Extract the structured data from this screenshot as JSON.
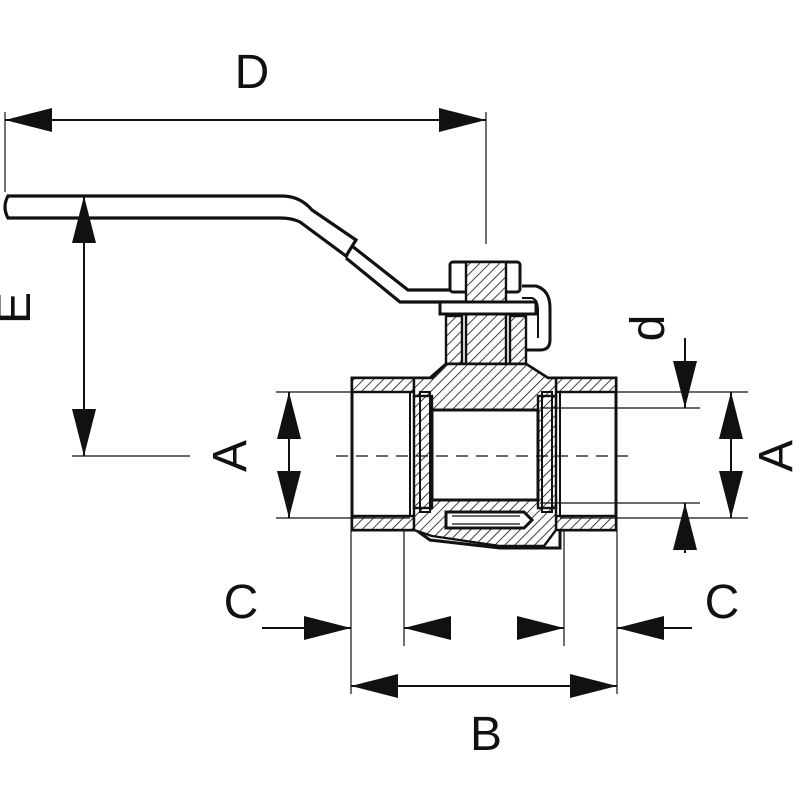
{
  "labels": {
    "D": "D",
    "E": "E",
    "A_left": "A",
    "A_right": "A",
    "d": "d",
    "C_left": "C",
    "C_right": "C",
    "B": "B"
  }
}
